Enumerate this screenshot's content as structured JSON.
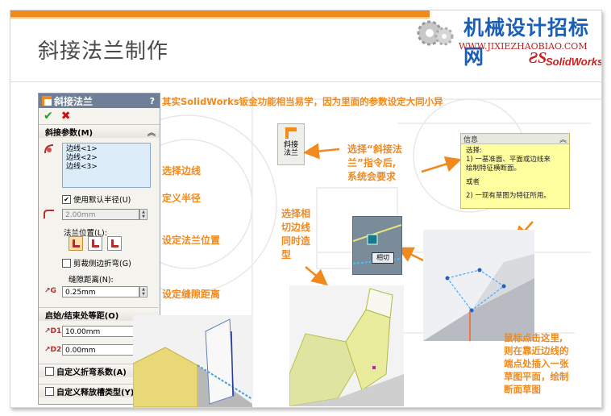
{
  "slide": {
    "title": "斜接法兰制作",
    "logo": {
      "text": "机械设计招标网",
      "url": "WWW.JIXIEZHAOBIAO.COM",
      "sw_brand": "SolidWorks"
    }
  },
  "pm": {
    "title": "斜接法兰",
    "help": "?",
    "ok_icon": "check-icon",
    "cancel_icon": "x-icon",
    "group1": {
      "label": "斜接参数(M)",
      "edges": [
        "边线<1>",
        "边线<2>",
        "边线<3>"
      ],
      "use_default_radius": "使用默认半径(U)",
      "radius_value": "2.00mm",
      "flange_position_label": "法兰位置(L):",
      "trim_side_bends": "剪裁侧边折弯(G)",
      "gap_distance_label": "缝隙距离(N):",
      "gap_value": "0.25mm"
    },
    "group2": {
      "label": "启始/结束处等距(O)",
      "d1_value": "10.00mm",
      "d2_value": "0.00mm"
    },
    "group3": {
      "label": "自定义折弯系数(A)"
    },
    "group4": {
      "label": "自定义释放槽类型(Y):"
    }
  },
  "annotations": {
    "head": "其实SolidWorks钣金功能相当易学，因为里面的参数设定大同小异",
    "select_edge": "选择边线",
    "define_radius": "定义半径",
    "set_position": "设定法兰位置",
    "set_gap": "设定缝隙距离",
    "select_command": [
      "选择“斜接法",
      "兰”指令后,",
      "系统会要求"
    ],
    "select_tangent": [
      "选择相",
      "切边线",
      "同时造",
      "型"
    ],
    "mouse_click": [
      "鼠标点击这里,",
      "则在靠近边线的",
      "端点处插入一张",
      "草图平面，绘制",
      "断面草图"
    ]
  },
  "toolbar_button": {
    "label": "斜接法兰"
  },
  "info_box": {
    "title": "信息",
    "lines": [
      "选择:",
      "1) 一基准面、平面或边线来",
      "绘制特征横断面。",
      "",
      "或者",
      "",
      "2) 一现有草图为特征所用。"
    ]
  },
  "tangent_button": {
    "label": "相切"
  },
  "colors": {
    "accent": "#f08a1e",
    "panel_title": "#6e7f97",
    "selection_box": "#dcecf9"
  }
}
